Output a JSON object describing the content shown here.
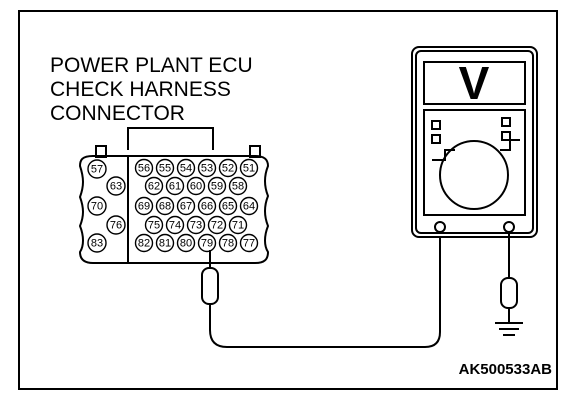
{
  "title": {
    "lines": [
      "POWER PLANT ECU",
      "CHECK HARNESS",
      "CONNECTOR"
    ]
  },
  "connector": {
    "left_pins": [
      "57",
      "63",
      "70",
      "76",
      "83"
    ],
    "right_rows": [
      [
        "56",
        "55",
        "54",
        "53",
        "52",
        "51"
      ],
      [
        "62",
        "61",
        "60",
        "59",
        "58"
      ],
      [
        "69",
        "68",
        "67",
        "66",
        "65",
        "64"
      ],
      [
        "75",
        "74",
        "73",
        "72",
        "71"
      ],
      [
        "82",
        "81",
        "80",
        "79",
        "78",
        "77"
      ]
    ]
  },
  "meter": {
    "display_symbol": "V"
  },
  "figure_code": "AK500533AB"
}
